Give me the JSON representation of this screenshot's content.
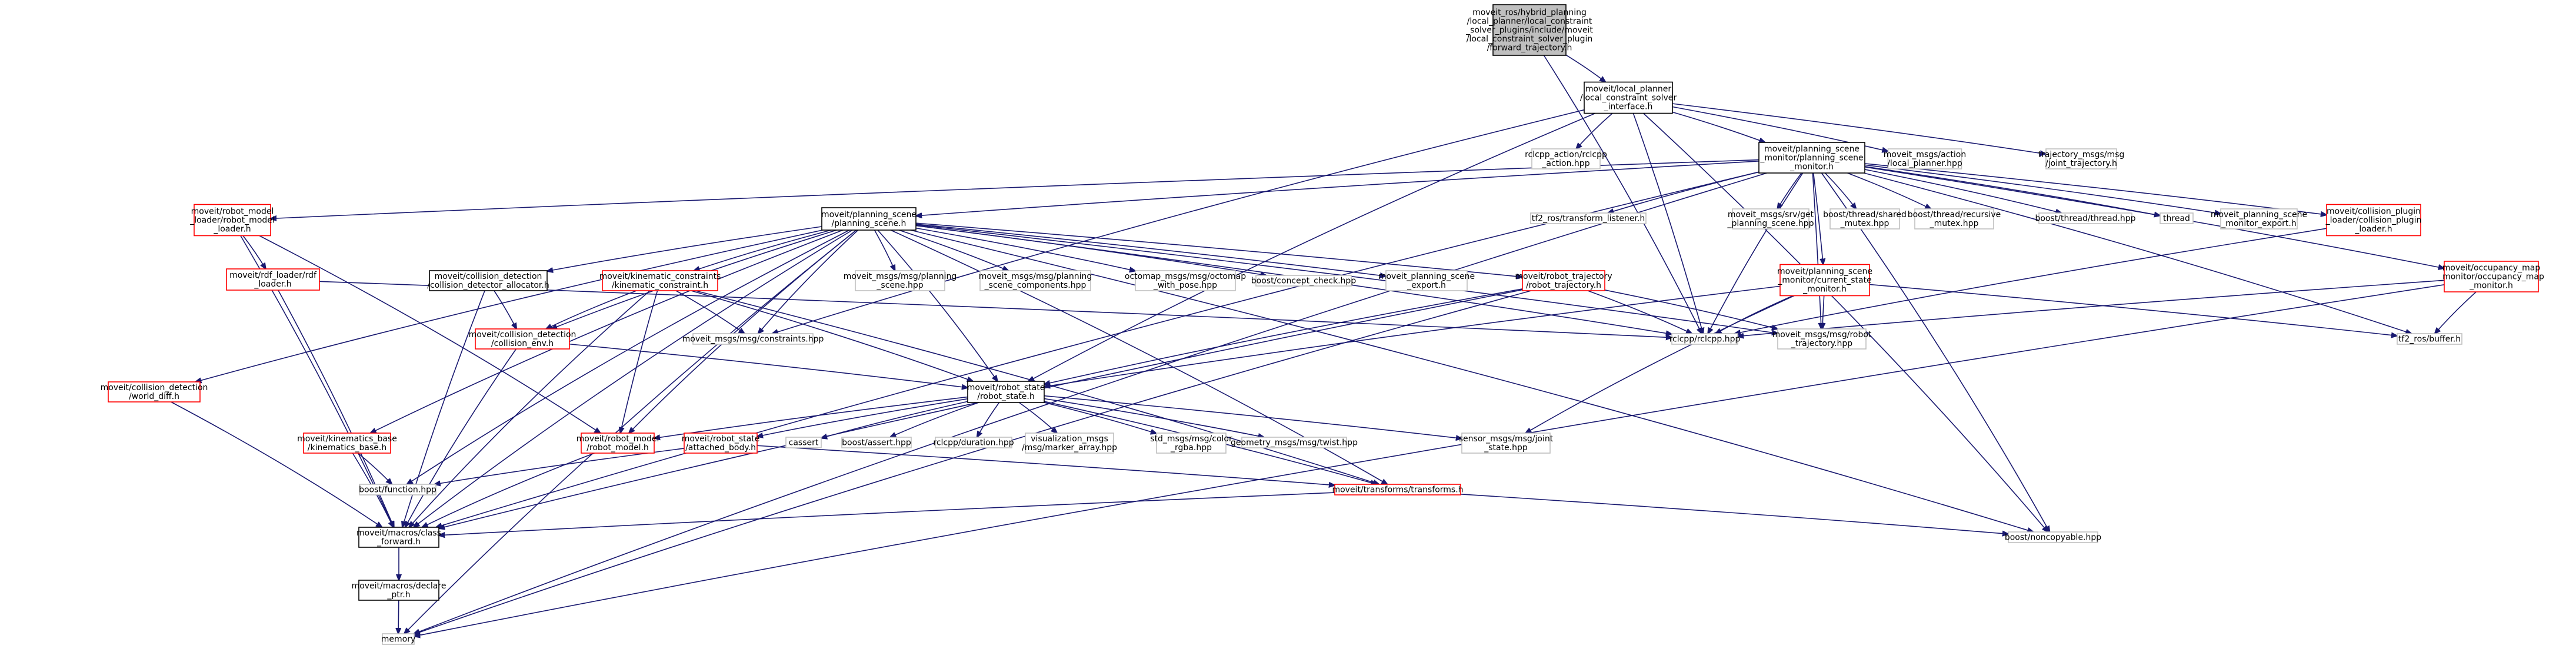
{
  "colors": {
    "edge": "#191970",
    "root_fill": "#bfbfbf",
    "root_border": "#000000",
    "node_fill": "#ffffff",
    "normal_border": "#000000",
    "external_border": "#bfbfbf",
    "documented_border": "#ff0000"
  },
  "nodes": [
    {
      "id": "root",
      "kind": "root",
      "lines": [
        "moveit_ros/hybrid_planning",
        "/local_planner/local_constraint",
        "_solver_plugins/include/moveit",
        "/local_constraint_solver_plugin",
        "/forward_trajectory.h"
      ]
    },
    {
      "id": "lci",
      "kind": "normal",
      "lines": [
        "moveit/local_planner",
        "/local_constraint_solver",
        "_interface.h"
      ]
    },
    {
      "id": "rclcpp_action",
      "kind": "external",
      "lines": [
        "rclcpp_action/rclcpp",
        "_action.hpp"
      ]
    },
    {
      "id": "psm",
      "kind": "normal",
      "lines": [
        "moveit/planning_scene",
        "_monitor/planning_scene",
        "_monitor.h"
      ]
    },
    {
      "id": "msgs_action",
      "kind": "external",
      "lines": [
        "moveit_msgs/action",
        "/local_planner.hpp"
      ]
    },
    {
      "id": "traj_msgs",
      "kind": "external",
      "lines": [
        "trajectory_msgs/msg",
        "/joint_trajectory.h"
      ]
    },
    {
      "id": "rml",
      "kind": "red",
      "lines": [
        "moveit/robot_model",
        "_loader/robot_model",
        "_loader.h"
      ]
    },
    {
      "id": "ps",
      "kind": "normal",
      "lines": [
        "moveit/planning_scene",
        "/planning_scene.h"
      ]
    },
    {
      "id": "tf2_listener",
      "kind": "external",
      "lines": [
        "tf2_ros/transform_listener.h"
      ]
    },
    {
      "id": "srv_get_ps",
      "kind": "external",
      "lines": [
        "moveit_msgs/srv/get",
        "_planning_scene.hpp"
      ]
    },
    {
      "id": "shared_mutex",
      "kind": "external",
      "lines": [
        "boost/thread/shared",
        "_mutex.hpp"
      ]
    },
    {
      "id": "recursive_mutex",
      "kind": "external",
      "lines": [
        "boost/thread/recursive",
        "_mutex.hpp"
      ]
    },
    {
      "id": "boost_thread",
      "kind": "external",
      "lines": [
        "boost/thread/thread.hpp"
      ]
    },
    {
      "id": "thread",
      "kind": "external",
      "lines": [
        "thread"
      ]
    },
    {
      "id": "psm_export",
      "kind": "external",
      "lines": [
        "moveit_planning_scene",
        "_monitor_export.h"
      ]
    },
    {
      "id": "collision_plugin",
      "kind": "red",
      "lines": [
        "moveit/collision_plugin",
        "_loader/collision_plugin",
        "_loader.h"
      ]
    },
    {
      "id": "occ_map",
      "kind": "red",
      "lines": [
        "moveit/occupancy_map",
        "_monitor/occupancy_map",
        "_monitor.h"
      ]
    },
    {
      "id": "srdf",
      "kind": "red",
      "lines": [
        "moveit/rdf_loader/rdf",
        "_loader.h"
      ]
    },
    {
      "id": "cd_alloc",
      "kind": "normal",
      "lines": [
        "moveit/collision_detection",
        "/collision_detector_allocator.h"
      ]
    },
    {
      "id": "kin_constraint",
      "kind": "red",
      "lines": [
        "moveit/kinematic_constraints",
        "/kinematic_constraint.h"
      ]
    },
    {
      "id": "msg_ps",
      "kind": "external",
      "lines": [
        "moveit_msgs/msg/planning",
        "_scene.hpp"
      ]
    },
    {
      "id": "msg_ps_comp",
      "kind": "external",
      "lines": [
        "moveit_msgs/msg/planning",
        "_scene_components.hpp"
      ]
    },
    {
      "id": "octomap",
      "kind": "external",
      "lines": [
        "octomap_msgs/msg/octomap",
        "_with_pose.hpp"
      ]
    },
    {
      "id": "concept_check",
      "kind": "external",
      "lines": [
        "boost/concept_check.hpp"
      ]
    },
    {
      "id": "ps_export",
      "kind": "external",
      "lines": [
        "moveit_planning_scene",
        "_export.h"
      ]
    },
    {
      "id": "robot_traj",
      "kind": "red",
      "lines": [
        "moveit/robot_trajectory",
        "/robot_trajectory.h"
      ]
    },
    {
      "id": "csm",
      "kind": "red",
      "lines": [
        "moveit/planning_scene",
        "_monitor/current_state",
        "_monitor.h"
      ]
    },
    {
      "id": "collision_env",
      "kind": "red",
      "lines": [
        "moveit/collision_detection",
        "/collision_env.h"
      ]
    },
    {
      "id": "msg_constraints",
      "kind": "external",
      "lines": [
        "moveit_msgs/msg/constraints.hpp"
      ]
    },
    {
      "id": "rclcpp",
      "kind": "external",
      "lines": [
        "rclcpp/rclcpp.hpp"
      ]
    },
    {
      "id": "msg_robot_traj",
      "kind": "external",
      "lines": [
        "moveit_msgs/msg/robot",
        "_trajectory.hpp"
      ]
    },
    {
      "id": "tf2_buffer",
      "kind": "external",
      "lines": [
        "tf2_ros/buffer.h"
      ]
    },
    {
      "id": "world_diff",
      "kind": "red",
      "lines": [
        "moveit/collision_detection",
        "/world_diff.h"
      ]
    },
    {
      "id": "robot_state",
      "kind": "normal",
      "lines": [
        "moveit/robot_state",
        "/robot_state.h"
      ]
    },
    {
      "id": "kin_base",
      "kind": "red",
      "lines": [
        "moveit/kinematics_base",
        "/kinematics_base.h"
      ]
    },
    {
      "id": "robot_model",
      "kind": "red",
      "lines": [
        "moveit/robot_model",
        "/robot_model.h"
      ]
    },
    {
      "id": "attached_body",
      "kind": "red",
      "lines": [
        "moveit/robot_state",
        "/attached_body.h"
      ]
    },
    {
      "id": "cassert",
      "kind": "external",
      "lines": [
        "cassert"
      ]
    },
    {
      "id": "assert",
      "kind": "external",
      "lines": [
        "boost/assert.hpp"
      ]
    },
    {
      "id": "duration",
      "kind": "external",
      "lines": [
        "rclcpp/duration.hpp"
      ]
    },
    {
      "id": "viz_marker",
      "kind": "external",
      "lines": [
        "visualization_msgs",
        "/msg/marker_array.hpp"
      ]
    },
    {
      "id": "color_rgba",
      "kind": "external",
      "lines": [
        "std_msgs/msg/color",
        "_rgba.hpp"
      ]
    },
    {
      "id": "twist",
      "kind": "external",
      "lines": [
        "geometry_msgs/msg/twist.hpp"
      ]
    },
    {
      "id": "joint_state",
      "kind": "external",
      "lines": [
        "sensor_msgs/msg/joint",
        "_state.hpp"
      ]
    },
    {
      "id": "boost_function",
      "kind": "external",
      "lines": [
        "boost/function.hpp"
      ]
    },
    {
      "id": "transforms",
      "kind": "red",
      "lines": [
        "moveit/transforms/transforms.h"
      ]
    },
    {
      "id": "class_fwd",
      "kind": "normal",
      "lines": [
        "moveit/macros/class",
        "_forward.h"
      ]
    },
    {
      "id": "noncopyable",
      "kind": "external",
      "lines": [
        "boost/noncopyable.hpp"
      ]
    },
    {
      "id": "declare_ptr",
      "kind": "normal",
      "lines": [
        "moveit/macros/declare",
        "_ptr.h"
      ]
    },
    {
      "id": "memory",
      "kind": "external",
      "lines": [
        "memory"
      ]
    }
  ],
  "edges": [
    [
      "root",
      "lci"
    ],
    [
      "root",
      "rclcpp"
    ],
    [
      "lci",
      "rclcpp_action"
    ],
    [
      "lci",
      "psm"
    ],
    [
      "lci",
      "msgs_action"
    ],
    [
      "lci",
      "traj_msgs"
    ],
    [
      "lci",
      "msg_constraints"
    ],
    [
      "lci",
      "robot_state"
    ],
    [
      "lci",
      "noncopyable"
    ],
    [
      "lci",
      "rclcpp"
    ],
    [
      "psm",
      "rml"
    ],
    [
      "psm",
      "ps"
    ],
    [
      "psm",
      "tf2_listener"
    ],
    [
      "psm",
      "srv_get_ps"
    ],
    [
      "psm",
      "shared_mutex"
    ],
    [
      "psm",
      "recursive_mutex"
    ],
    [
      "psm",
      "boost_thread"
    ],
    [
      "psm",
      "thread"
    ],
    [
      "psm",
      "psm_export"
    ],
    [
      "psm",
      "collision_plugin"
    ],
    [
      "psm",
      "occ_map"
    ],
    [
      "psm",
      "csm"
    ],
    [
      "psm",
      "memory"
    ],
    [
      "psm",
      "class_fwd"
    ],
    [
      "psm",
      "tf2_buffer"
    ],
    [
      "psm",
      "noncopyable"
    ],
    [
      "psm",
      "rclcpp"
    ],
    [
      "psm",
      "msg_robot_traj"
    ],
    [
      "rml",
      "srdf"
    ],
    [
      "rml",
      "class_fwd"
    ],
    [
      "rml",
      "robot_model"
    ],
    [
      "srdf",
      "class_fwd"
    ],
    [
      "srdf",
      "rclcpp"
    ],
    [
      "ps",
      "cd_alloc"
    ],
    [
      "ps",
      "kin_constraint"
    ],
    [
      "ps",
      "msg_ps"
    ],
    [
      "ps",
      "msg_ps_comp"
    ],
    [
      "ps",
      "octomap"
    ],
    [
      "ps",
      "concept_check"
    ],
    [
      "ps",
      "ps_export"
    ],
    [
      "ps",
      "robot_traj"
    ],
    [
      "ps",
      "collision_env"
    ],
    [
      "ps",
      "msg_constraints"
    ],
    [
      "ps",
      "rclcpp"
    ],
    [
      "ps",
      "world_diff"
    ],
    [
      "ps",
      "robot_state"
    ],
    [
      "ps",
      "kin_base"
    ],
    [
      "ps",
      "robot_model"
    ],
    [
      "ps",
      "boost_function"
    ],
    [
      "ps",
      "class_fwd"
    ],
    [
      "ps",
      "memory"
    ],
    [
      "ps",
      "msg_robot_traj"
    ],
    [
      "ps",
      "transforms"
    ],
    [
      "ps",
      "noncopyable"
    ],
    [
      "cd_alloc",
      "collision_env"
    ],
    [
      "cd_alloc",
      "class_fwd"
    ],
    [
      "kin_constraint",
      "collision_env"
    ],
    [
      "kin_constraint",
      "msg_constraints"
    ],
    [
      "kin_constraint",
      "robot_state"
    ],
    [
      "kin_constraint",
      "robot_model"
    ],
    [
      "kin_constraint",
      "class_fwd"
    ],
    [
      "kin_constraint",
      "transforms"
    ],
    [
      "collision_env",
      "robot_state"
    ],
    [
      "collision_env",
      "class_fwd"
    ],
    [
      "robot_traj",
      "robot_state"
    ],
    [
      "robot_traj",
      "rclcpp"
    ],
    [
      "robot_traj",
      "msg_robot_traj"
    ],
    [
      "robot_traj",
      "memory"
    ],
    [
      "robot_traj",
      "class_fwd"
    ],
    [
      "csm",
      "robot_state"
    ],
    [
      "csm",
      "rclcpp"
    ],
    [
      "csm",
      "tf2_buffer"
    ],
    [
      "csm",
      "joint_state"
    ],
    [
      "csm",
      "msg_robot_traj"
    ],
    [
      "occ_map",
      "rclcpp"
    ],
    [
      "occ_map",
      "tf2_buffer"
    ],
    [
      "occ_map",
      "memory"
    ],
    [
      "collision_plugin",
      "rclcpp"
    ],
    [
      "world_diff",
      "class_fwd"
    ],
    [
      "robot_state",
      "robot_model"
    ],
    [
      "robot_state",
      "attached_body"
    ],
    [
      "robot_state",
      "cassert"
    ],
    [
      "robot_state",
      "assert"
    ],
    [
      "robot_state",
      "duration"
    ],
    [
      "robot_state",
      "viz_marker"
    ],
    [
      "robot_state",
      "color_rgba"
    ],
    [
      "robot_state",
      "twist"
    ],
    [
      "robot_state",
      "joint_state"
    ],
    [
      "robot_state",
      "transforms"
    ],
    [
      "kin_base",
      "boost_function"
    ],
    [
      "kin_base",
      "class_fwd"
    ],
    [
      "robot_model",
      "class_fwd"
    ],
    [
      "attached_body",
      "boost_function"
    ],
    [
      "attached_body",
      "transforms"
    ],
    [
      "transforms",
      "class_fwd"
    ],
    [
      "transforms",
      "noncopyable"
    ],
    [
      "class_fwd",
      "declare_ptr"
    ],
    [
      "declare_ptr",
      "memory"
    ]
  ]
}
